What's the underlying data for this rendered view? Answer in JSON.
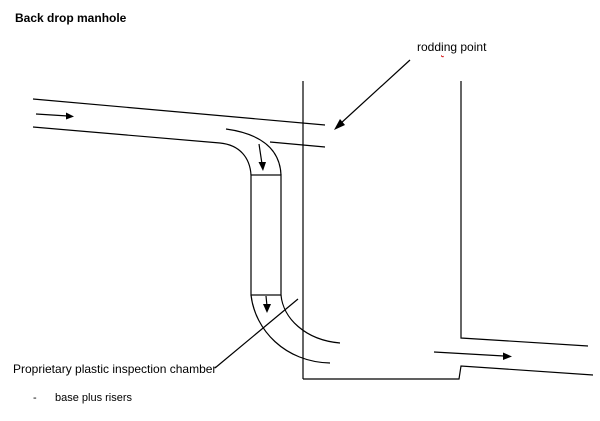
{
  "diagram": {
    "title": "Back drop manhole",
    "labels": {
      "rodding_point_prefix": "rodd",
      "rodding_point_squiggle": "i",
      "rodding_point_suffix": "ng point",
      "chamber": "Proprietary plastic inspection chamber",
      "chamber_note_bullet": "-",
      "chamber_note": "base plus risers"
    }
  }
}
